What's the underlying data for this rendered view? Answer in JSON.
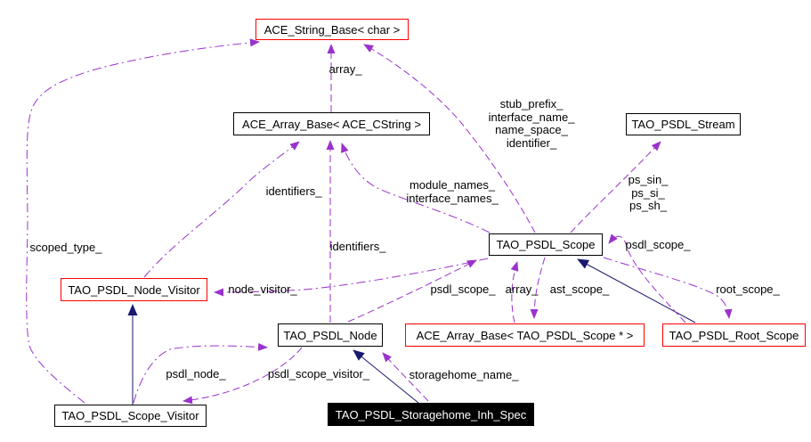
{
  "diagram": {
    "type": "doxygen-collaboration",
    "colors": {
      "usage_edge": "#9a32cd",
      "inheritance_edge": "#191970",
      "template_box_border": "#ff0000",
      "class_box_border": "#000000",
      "focus_box_background": "#000000",
      "focus_box_text": "#ffffff",
      "background": "#ffffff"
    },
    "nodes": {
      "ace_string_base": {
        "label": "ACE_String_Base< char >"
      },
      "ace_array_cstring": {
        "label": "ACE_Array_Base< ACE_CString >"
      },
      "tao_psdl_stream": {
        "label": "TAO_PSDL_Stream"
      },
      "tao_psdl_scope": {
        "label": "TAO_PSDL_Scope"
      },
      "tao_psdl_node_visitor": {
        "label": "TAO_PSDL_Node_Visitor"
      },
      "tao_psdl_node": {
        "label": "TAO_PSDL_Node"
      },
      "ace_array_scope": {
        "label": "ACE_Array_Base< TAO_PSDL_Scope * >"
      },
      "tao_psdl_root_scope": {
        "label": "TAO_PSDL_Root_Scope"
      },
      "tao_psdl_scope_visitor": {
        "label": "TAO_PSDL_Scope_Visitor"
      },
      "tao_psdl_storagehome_inh_spec": {
        "label": "TAO_PSDL_Storagehome_Inh_Spec"
      }
    },
    "edge_labels": {
      "array_string": "array_",
      "scope_string_members": "stub_prefix_\ninterface_name_\nname_space_\nidentifier_",
      "identifiers_left": "identifiers_",
      "identifiers_center": "identifiers_",
      "module_interface_names": "module_names_\ninterface_names_",
      "ps_streams": "ps_sin_\nps_si_\nps_sh_",
      "scoped_type": "scoped_type_",
      "psdl_scope_right": "psdl_scope_",
      "node_visitor": "node_visitor_",
      "psdl_scope_bottom": "psdl_scope_",
      "array_scope": "array_",
      "ast_scope": "ast_scope_",
      "root_scope": "root_scope_",
      "psdl_node": "psdl_node_",
      "psdl_scope_visitor": "psdl_scope_visitor_",
      "storagehome_name": "storagehome_name_"
    }
  }
}
